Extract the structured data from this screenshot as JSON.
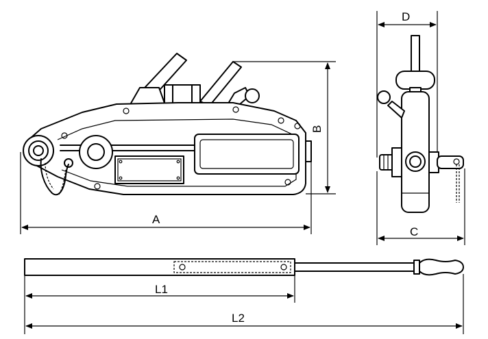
{
  "labels": {
    "a": "A",
    "b": "B",
    "c": "C",
    "d": "D",
    "l1": "L1",
    "l2": "L2"
  },
  "colors": {
    "line": "#000000",
    "background": "#ffffff"
  }
}
